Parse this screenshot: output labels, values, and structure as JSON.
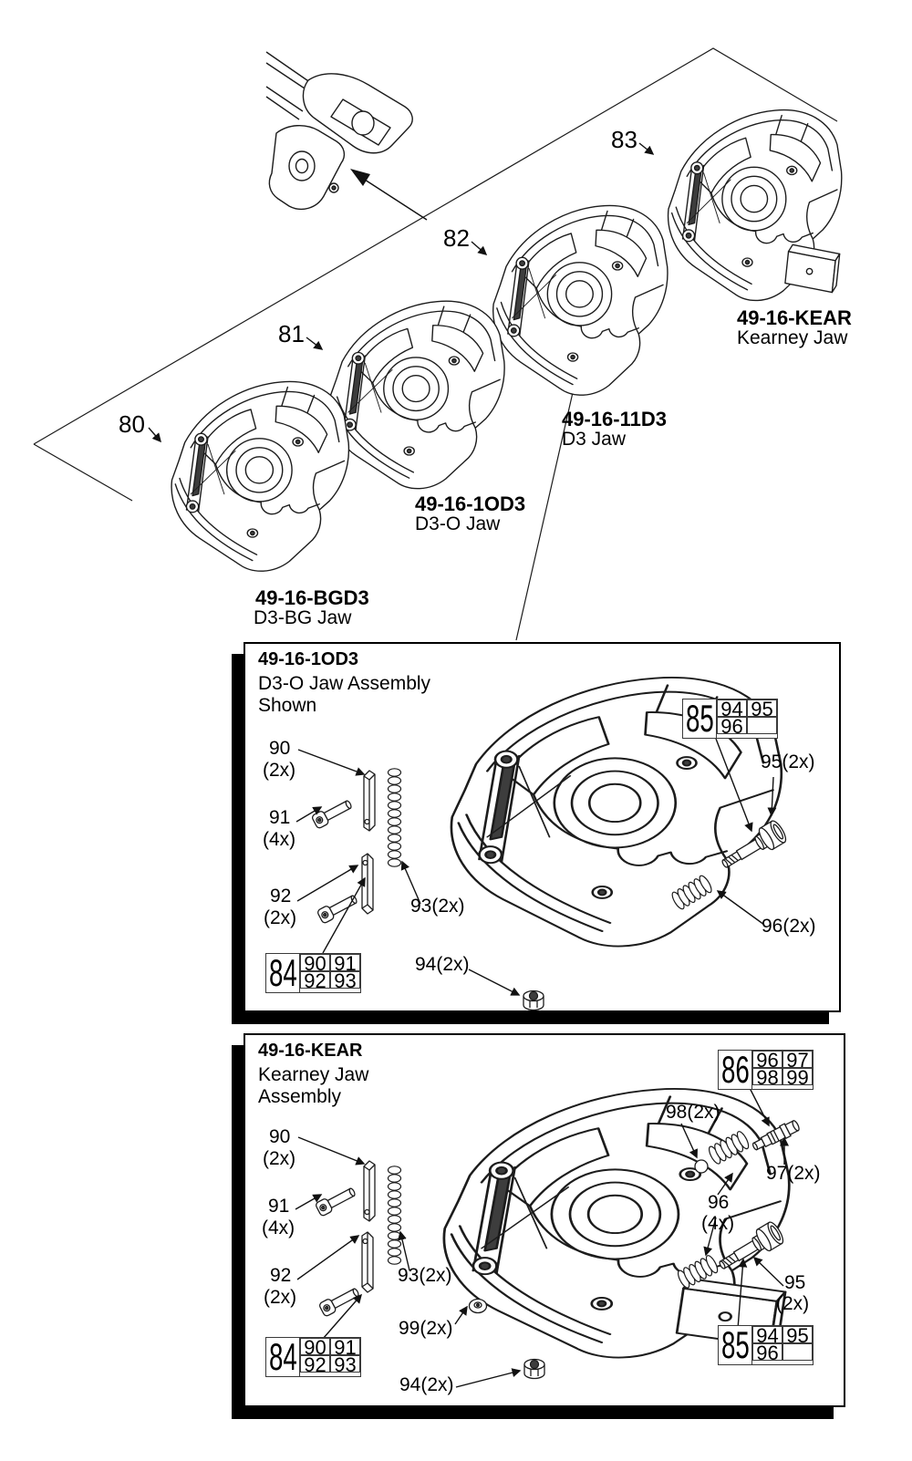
{
  "top_section": {
    "jaws": [
      {
        "callout": "80",
        "part_no": "49-16-BGD3",
        "jaw_name": "D3-BG Jaw"
      },
      {
        "callout": "81",
        "part_no": "49-16-1OD3",
        "jaw_name": "D3-O Jaw"
      },
      {
        "callout": "82",
        "part_no": "49-16-11D3",
        "jaw_name": "D3 Jaw"
      },
      {
        "callout": "83",
        "part_no": "49-16-KEAR",
        "jaw_name": "Kearney Jaw"
      }
    ]
  },
  "box1": {
    "part_no": "49-16-1OD3",
    "subtitle1": "D3-O Jaw Assembly",
    "subtitle2": "Shown",
    "labels": {
      "p90": "90",
      "p90_qty": "(2x)",
      "p91": "91",
      "p91_qty": "(4x)",
      "p92": "92",
      "p92_qty": "(2x)",
      "p93": "93(2x)",
      "p94": "94(2x)",
      "p95": "95(2x)",
      "p96": "96(2x)"
    },
    "table84": {
      "ref": "84",
      "cells": [
        "90",
        "91",
        "92",
        "93"
      ]
    },
    "table85": {
      "ref": "85",
      "cells": [
        "94",
        "95",
        "96",
        ""
      ]
    }
  },
  "box2": {
    "part_no": "49-16-KEAR",
    "subtitle1": "Kearney Jaw",
    "subtitle2": "Assembly",
    "labels": {
      "p90": "90",
      "p90_qty": "(2x)",
      "p91": "91",
      "p91_qty": "(4x)",
      "p92": "92",
      "p92_qty": "(2x)",
      "p93": "93(2x)",
      "p94": "94(2x)",
      "p95": "95",
      "p95_qty": "(2x)",
      "p96": "96",
      "p96_qty": "(4x)",
      "p97": "97(2x)",
      "p98": "98(2x)",
      "p99": "99(2x)"
    },
    "table84": {
      "ref": "84",
      "cells": [
        "90",
        "91",
        "92",
        "93"
      ]
    },
    "table85": {
      "ref": "85",
      "cells": [
        "94",
        "95",
        "96",
        ""
      ]
    },
    "table86": {
      "ref": "86",
      "cells": [
        "96",
        "97",
        "98",
        "99"
      ]
    }
  }
}
